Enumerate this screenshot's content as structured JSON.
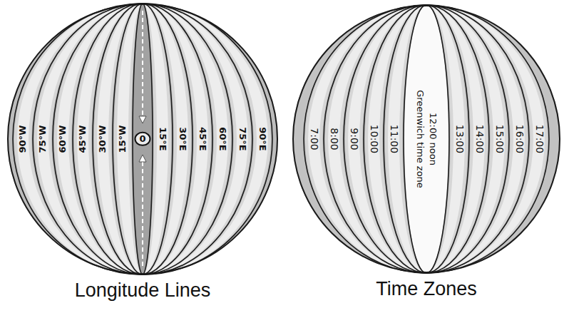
{
  "diagram": {
    "nodes": [
      {
        "text": [
          "90°W",
          "75°W",
          "60°W",
          "45°W",
          "30°W",
          "15°W",
          "0",
          "15°E",
          "30°E",
          "45°E",
          "60°E",
          "75°E",
          "90°E",
          "Longitude Lines"
        ]
      },
      {
        "text": [
          "7:00",
          "8:00",
          "9:00",
          "10:00",
          "11:00",
          "Greenwich time zone",
          "12:00 noon",
          "13:00",
          "14:00",
          "15:00",
          "16:00",
          "17:00",
          "Time Zones"
        ]
      }
    ]
  }
}
